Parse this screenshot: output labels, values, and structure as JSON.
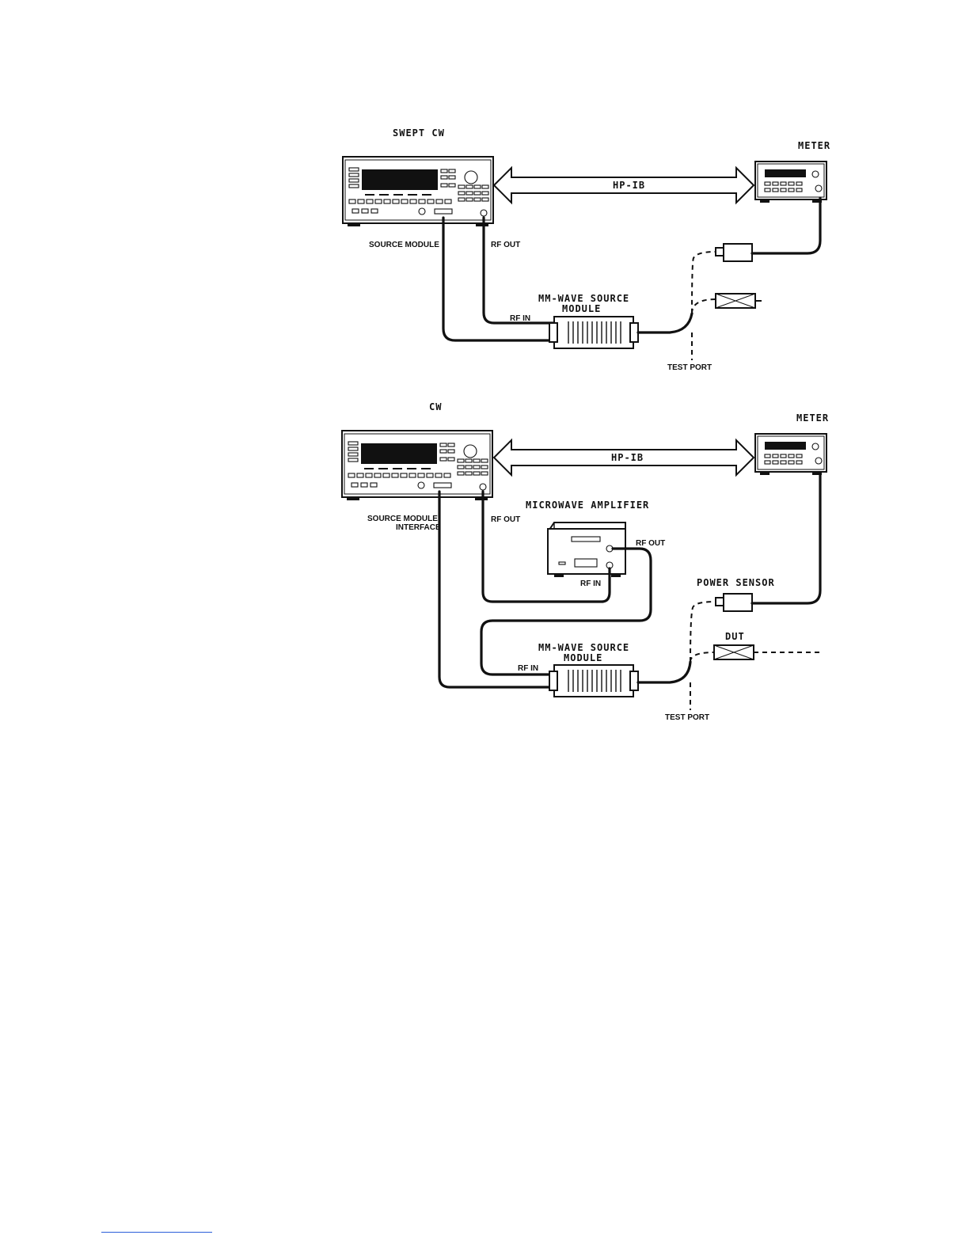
{
  "diagram": {
    "top": {
      "source_label": "SWEPT CW",
      "meter_label": "METER",
      "bus_label": "HP-IB",
      "source_module_label": "SOURCE MODULE",
      "rf_out_label": "RF OUT",
      "mm_module_label_1": "MM-WAVE SOURCE",
      "mm_module_label_2": "MODULE",
      "rf_in_label": "RF IN",
      "test_port_label": "TEST PORT"
    },
    "bottom": {
      "source_label": "CW",
      "meter_label": "METER",
      "bus_label": "HP-IB",
      "source_module_label_1": "SOURCE MODULE",
      "source_module_label_2": "INTERFACE",
      "rf_out_label": "RF OUT",
      "amp_label": "MICROWAVE AMPLIFIER",
      "amp_rf_out_label": "RF OUT",
      "amp_rf_in_label": "RF IN",
      "power_sensor_label": "POWER SENSOR",
      "dut_label": "DUT",
      "mm_module_label_1": "MM-WAVE SOURCE",
      "mm_module_label_2": "MODULE",
      "rf_in_label": "RF IN",
      "test_port_label": "TEST PORT"
    }
  }
}
